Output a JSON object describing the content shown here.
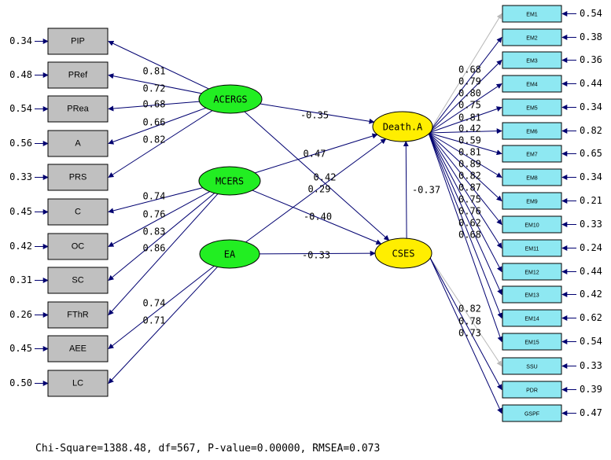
{
  "colors": {
    "observed_left_fill": "#c0c0c0",
    "observed_right_fill": "#8ee8f2",
    "independent_latent_fill": "#22ee22",
    "dependent_latent_fill": "#ffee00",
    "arrow_color": "#000070",
    "faded_arrow_color": "#b8b8b8"
  },
  "left_indicators": [
    {
      "label": "PIP",
      "error": "0.34"
    },
    {
      "label": "PRef",
      "error": "0.48"
    },
    {
      "label": "PRea",
      "error": "0.54"
    },
    {
      "label": "A",
      "error": "0.56"
    },
    {
      "label": "PRS",
      "error": "0.33"
    },
    {
      "label": "C",
      "error": "0.45"
    },
    {
      "label": "OC",
      "error": "0.42"
    },
    {
      "label": "SC",
      "error": "0.31"
    },
    {
      "label": "FThR",
      "error": "0.26"
    },
    {
      "label": "AEE",
      "error": "0.45"
    },
    {
      "label": "LC",
      "error": "0.50"
    }
  ],
  "right_indicators": [
    {
      "label": "EM1",
      "error": "0.54"
    },
    {
      "label": "EM2",
      "error": "0.38"
    },
    {
      "label": "EM3",
      "error": "0.36"
    },
    {
      "label": "EM4",
      "error": "0.44"
    },
    {
      "label": "EM5",
      "error": "0.34"
    },
    {
      "label": "EM6",
      "error": "0.82"
    },
    {
      "label": "EM7",
      "error": "0.65"
    },
    {
      "label": "EM8",
      "error": "0.34"
    },
    {
      "label": "EM9",
      "error": "0.21"
    },
    {
      "label": "EM10",
      "error": "0.33"
    },
    {
      "label": "EM11",
      "error": "0.24"
    },
    {
      "label": "EM12",
      "error": "0.44"
    },
    {
      "label": "EM13",
      "error": "0.42"
    },
    {
      "label": "EM14",
      "error": "0.62"
    },
    {
      "label": "EM15",
      "error": "0.54"
    },
    {
      "label": "SSU",
      "error": "0.33"
    },
    {
      "label": "PDR",
      "error": "0.39"
    },
    {
      "label": "GSPF",
      "error": "0.47"
    }
  ],
  "latents": {
    "ACERGS": "ACERGS",
    "MCERS": "MCERS",
    "EA": "EA",
    "DeathA": "Death.A",
    "CSES": "CSES"
  },
  "left_loadings": {
    "ACERGS": [
      "0.81",
      "0.72",
      "0.68",
      "0.66",
      "0.82"
    ],
    "MCERS": [
      "0.74",
      "0.76",
      "0.83",
      "0.86"
    ],
    "EA": [
      "0.74",
      "0.71"
    ]
  },
  "right_loadings": {
    "DeathA": [
      "0.68",
      "0.79",
      "0.80",
      "0.75",
      "0.81",
      "0.42",
      "0.59",
      "0.81",
      "0.89",
      "0.82",
      "0.87",
      "0.75",
      "0.76",
      "0.62",
      "0.68"
    ],
    "CSES": [
      "0.82",
      "0.78",
      "0.73"
    ]
  },
  "structural_paths": {
    "ACERGS_DeathA": "-0.35",
    "MCERS_DeathA": "0.47",
    "ACERGS_CSES": "0.42",
    "EA_DeathA": "0.29",
    "MCERS_CSES": "-0.40",
    "EA_CSES": "-0.33",
    "CSES_DeathA": "-0.37"
  },
  "fit_statistics": "Chi-Square=1388.48, df=567, P-value=0.00000, RMSEA=0.073"
}
